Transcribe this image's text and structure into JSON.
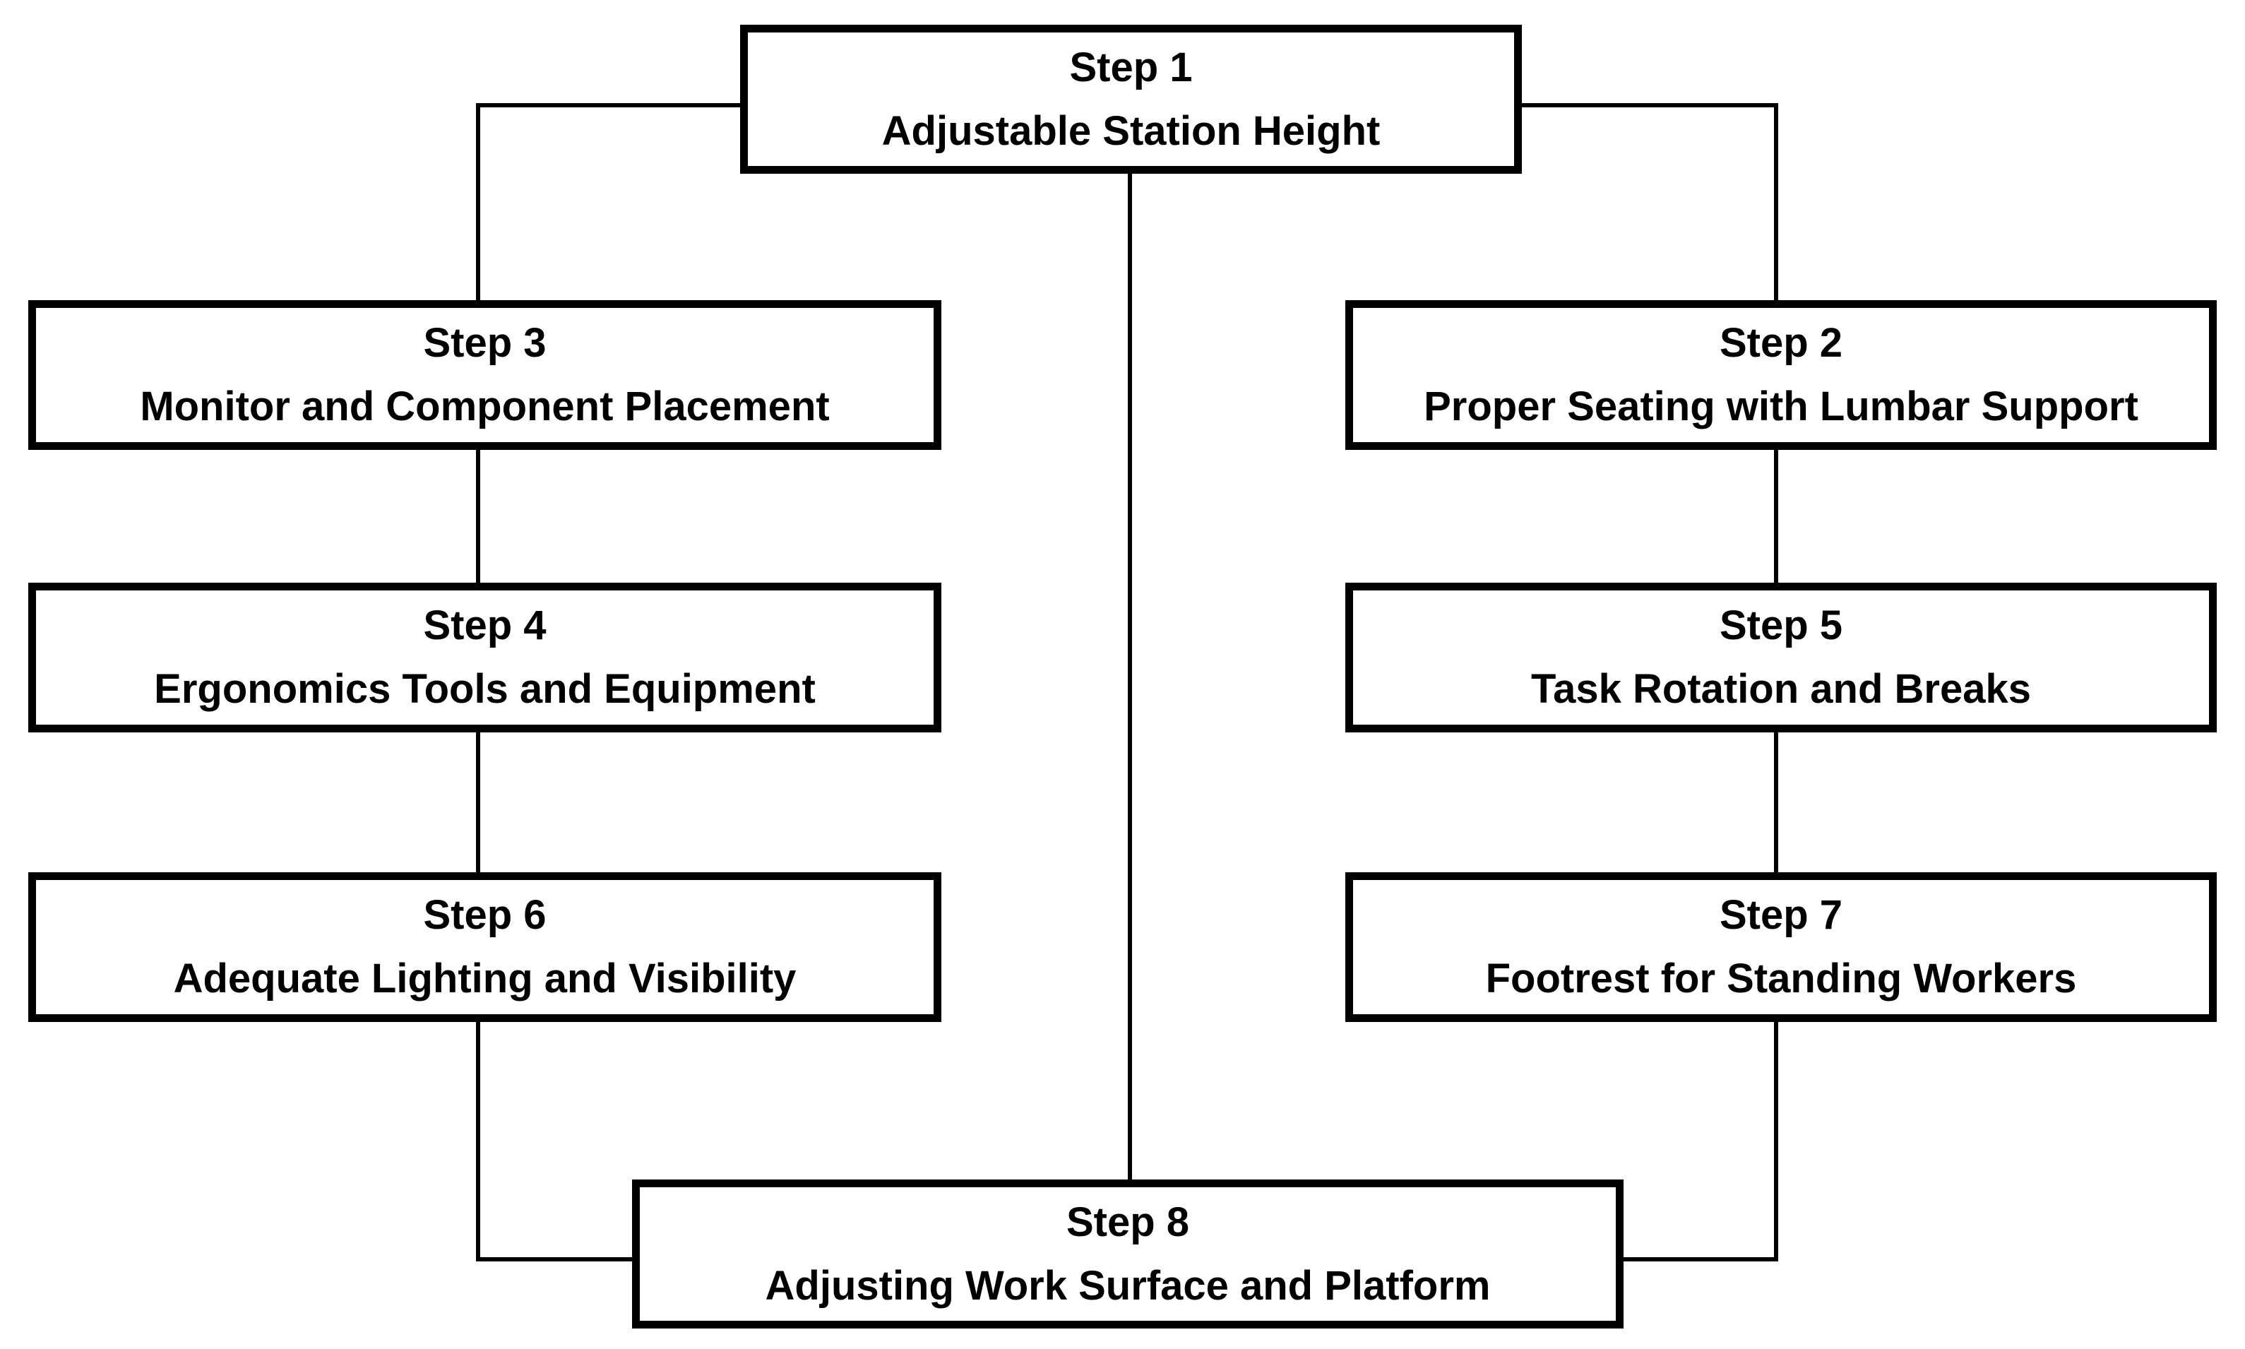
{
  "diagram": {
    "type": "flowchart",
    "background_color": "#ffffff",
    "node_style": {
      "fill": "#ffffff",
      "border_color": "#000000",
      "text_color": "#000000"
    },
    "nodes": [
      {
        "step": "Step 1",
        "title": "Adjustable Station Height",
        "position": "top-center"
      },
      {
        "step": "Step 2",
        "title": "Proper Seating with Lumbar Support",
        "position": "right-row-1"
      },
      {
        "step": "Step 3",
        "title": "Monitor and Component Placement",
        "position": "left-row-1"
      },
      {
        "step": "Step 4",
        "title": "Ergonomics Tools and Equipment",
        "position": "left-row-2"
      },
      {
        "step": "Step 5",
        "title": "Task Rotation and Breaks",
        "position": "right-row-2"
      },
      {
        "step": "Step 6",
        "title": "Adequate Lighting and Visibility",
        "position": "left-row-3"
      },
      {
        "step": "Step 7",
        "title": "Footrest for Standing Workers",
        "position": "right-row-3"
      },
      {
        "step": "Step 8",
        "title": "Adjusting Work Surface and Platform",
        "position": "bottom-center"
      }
    ],
    "edges": [
      {
        "from": "Step 1",
        "to": "Step 3"
      },
      {
        "from": "Step 1",
        "to": "Step 2"
      },
      {
        "from": "Step 1",
        "to": "Step 8"
      },
      {
        "from": "Step 3",
        "to": "Step 4"
      },
      {
        "from": "Step 4",
        "to": "Step 6"
      },
      {
        "from": "Step 6",
        "to": "Step 8"
      },
      {
        "from": "Step 2",
        "to": "Step 5"
      },
      {
        "from": "Step 5",
        "to": "Step 7"
      },
      {
        "from": "Step 7",
        "to": "Step 8"
      }
    ]
  }
}
